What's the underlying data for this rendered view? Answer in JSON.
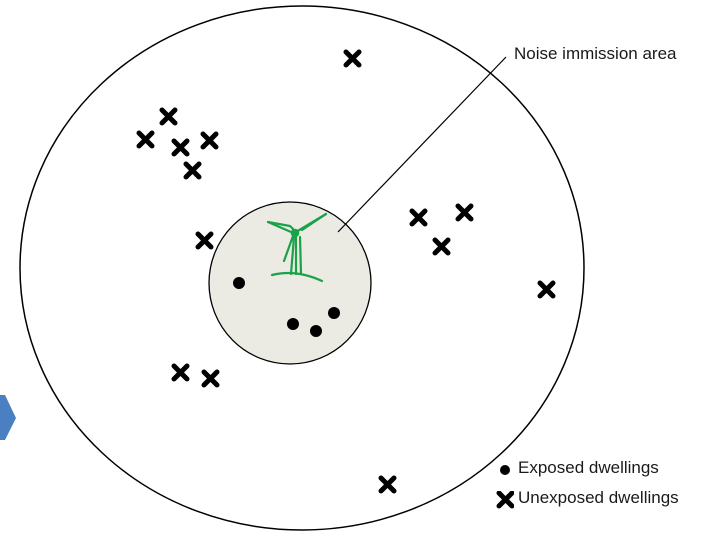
{
  "callout": {
    "label": "Noise immission area"
  },
  "legend": {
    "exposed_label": "Exposed dwellings",
    "unexposed_label": "Unexposed dwellings"
  },
  "colors": {
    "outer_circle_stroke": "#000000",
    "inner_circle_fill": "#ecebe3",
    "turbine": "#1aa14a",
    "edge_arrow": "#4a7fc1",
    "dwelling": "#000000"
  },
  "icons": {
    "turbine": "wind-turbine-icon",
    "exposed": "filled-dot-icon",
    "unexposed": "cross-icon",
    "edge_arrow": "chevron-right-icon"
  }
}
